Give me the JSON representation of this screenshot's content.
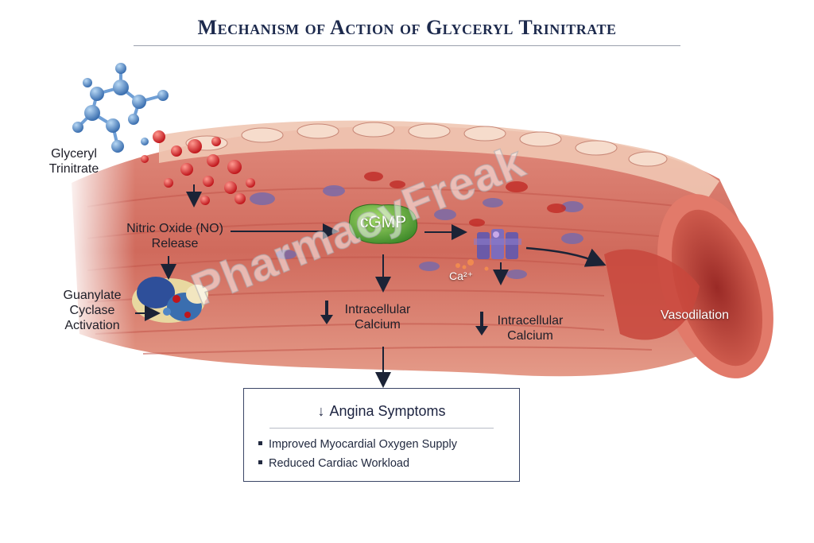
{
  "title": "Mechanism of Action of Glyceryl Trinitrate",
  "labels": {
    "glyceryl_trinitrate": "Glyceryl\nTrinitrate",
    "nitric_oxide": "Nitric Oxide (NO)\nRelease",
    "guanylate": "Guanylate\nCyclase\nActivation",
    "cgmp": "cGMP",
    "calcium_ion": "Ca²⁺",
    "intracellular_1": "Intracellular\nCalcium",
    "intracellular_2": "Intracellular\nCalcium",
    "vasodilation": "Vasodilation",
    "down_arrow": "↓"
  },
  "watermark": "PharmacyFreak",
  "summary": {
    "heading": "Angina Symptoms",
    "bullets": [
      "Improved Myocardial Oxygen Supply",
      "Reduced Cardiac Workload"
    ]
  },
  "colors": {
    "title": "#1d2a4d",
    "vessel_outer": "#d9665a",
    "vessel_inner": "#b8322e",
    "cgmp_green": "#5aa83a",
    "channel_purple": "#6b5aa8",
    "molecule_blue": "#4f86c6",
    "molecule_red": "#d8262a",
    "arrow": "#1b2336"
  }
}
